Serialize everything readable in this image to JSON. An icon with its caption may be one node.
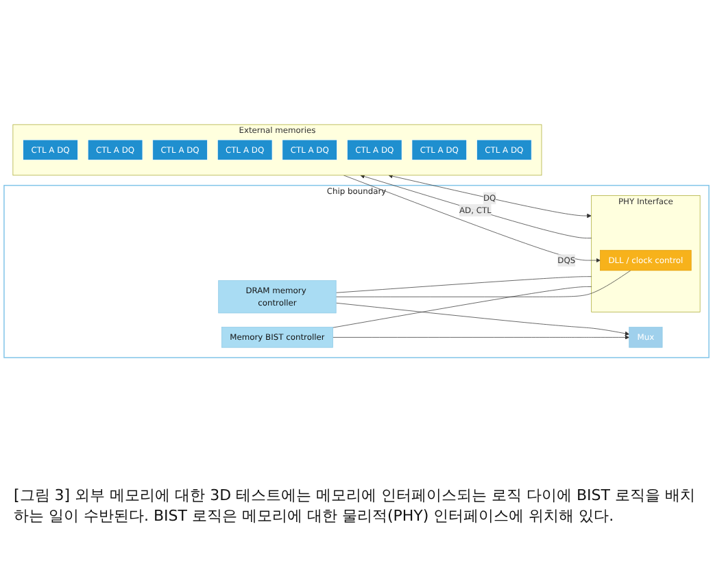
{
  "diagram": {
    "caption": "[그림 3] 외부 메모리에 대한 3D 테스트에는 메모리에 인터페이스되는 로직 다이에 BIST 로직을 배치하는 일이 수반된다. BIST 로직은 메모리에 대한 물리적(PHY) 인터페이스에 위치해 있다.",
    "nodes": [
      {
        "text": [
          "Chip boundary"
        ]
      },
      {
        "text": [
          "Memory BIST controller"
        ],
        "in": 0
      },
      {
        "text": [
          "DRAM memory controller"
        ],
        "in": 0
      },
      {
        "text": [
          "PHY Interface"
        ],
        "in": 0
      },
      {
        "text": [
          "Mux"
        ],
        "in": 0
      },
      {
        "text": [
          "DLL / clock control"
        ],
        "in": 3
      },
      {
        "text": [
          "External memories"
        ]
      },
      {
        "text": [
          "CTL A DQ"
        ],
        "in": 6
      },
      {
        "text": [
          "CTL A DQ"
        ],
        "in": 6
      },
      {
        "text": [
          "CTL A DQ"
        ],
        "in": 6
      },
      {
        "text": [
          "CTL A DQ"
        ],
        "in": 6
      },
      {
        "text": [
          "CTL A DQ"
        ],
        "in": 6
      },
      {
        "text": [
          "CTL A DQ"
        ],
        "in": 6
      },
      {
        "text": [
          "CTL A DQ"
        ],
        "in": 6
      },
      {
        "text": [
          "CTL A DQ"
        ],
        "in": 6
      }
    ],
    "edges": [
      {
        "from": 1,
        "to": 4,
        "arrow": "to"
      },
      {
        "from": 2,
        "to": 4,
        "arrow": "to"
      },
      {
        "from": 1,
        "to": 3,
        "arrow": "none"
      },
      {
        "from": 2,
        "to": 3,
        "arrow": "none"
      },
      {
        "from": 2,
        "to": 5,
        "arrow": "none"
      },
      {
        "from": 3,
        "to": 6,
        "label": "AD, CTL",
        "arrow": "to"
      },
      {
        "from": 3,
        "to": 6,
        "label": "DQ",
        "arrow": "both"
      },
      {
        "from": 6,
        "to": 5,
        "label": "DQS",
        "arrow": "to"
      }
    ]
  }
}
